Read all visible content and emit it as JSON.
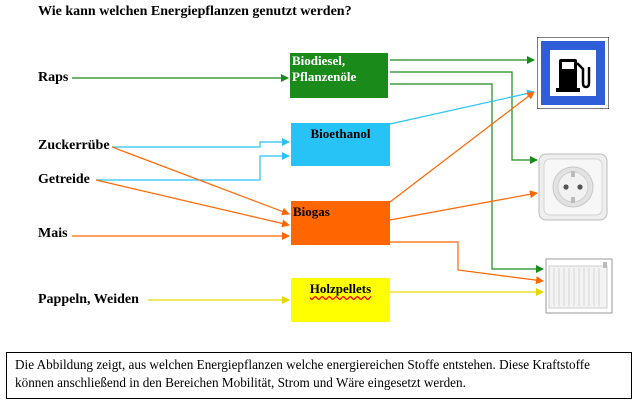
{
  "title": "Wie kann welchen Energiepflanzen genutzt werden?",
  "sources": {
    "raps": "Raps",
    "zuckerruebe": "Zuckerrübe",
    "getreide": "Getreide",
    "mais": "Mais",
    "pappeln": "Pappeln, Weiden"
  },
  "products": {
    "biodiesel_line1": "Biodiesel,",
    "biodiesel_line2": "Pflanzenöle",
    "bioethanol": "Bioethanol",
    "biogas": "Biogas",
    "holzpellets": "Holzpellets"
  },
  "uses": {
    "mobility": "fuel-pump-icon",
    "electricity": "power-socket-icon",
    "heat": "radiator-icon"
  },
  "colors": {
    "green": "#1a8a1a",
    "cyan": "#27c3f6",
    "orange": "#ff6600",
    "yellow": "#ffff00",
    "sign_blue": "#2f5ed8"
  },
  "caption": "Die Abbildung zeigt, aus welchen Energiepflanzen welche energiereichen Stoffe entstehen. Diese Kraftstoffe können anschließend in den Bereichen Mobilität, Strom und Wäre eingesetzt werden."
}
